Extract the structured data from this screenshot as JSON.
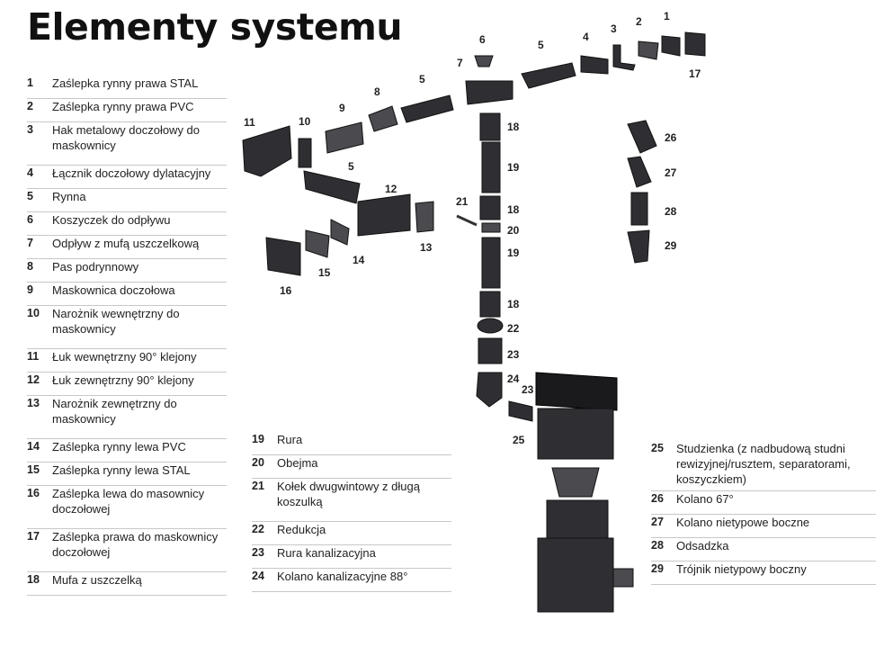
{
  "title": "Elementy systemu",
  "legend_left": [
    {
      "num": "1",
      "label": "Zaślepka rynny prawa STAL"
    },
    {
      "num": "2",
      "label": "Zaślepka rynny prawa PVC"
    },
    {
      "num": "3",
      "label": "Hak metalowy doczołowy do maskownicy"
    },
    {
      "num": "4",
      "label": "Łącznik doczołowy dylatacyjny"
    },
    {
      "num": "5",
      "label": "Rynna"
    },
    {
      "num": "6",
      "label": "Koszyczek do odpływu"
    },
    {
      "num": "7",
      "label": "Odpływ z mufą uszczelkową"
    },
    {
      "num": "8",
      "label": "Pas podrynnowy"
    },
    {
      "num": "9",
      "label": "Maskownica doczołowa"
    },
    {
      "num": "10",
      "label": "Narożnik wewnętrzny do maskownicy"
    },
    {
      "num": "11",
      "label": "Łuk wewnętrzny 90° klejony"
    },
    {
      "num": "12",
      "label": "Łuk zewnętrzny 90° klejony"
    },
    {
      "num": "13",
      "label": "Narożnik zewnętrzny do maskownicy"
    },
    {
      "num": "14",
      "label": "Zaślepka rynny lewa PVC"
    },
    {
      "num": "15",
      "label": "Zaślepka rynny lewa STAL"
    },
    {
      "num": "16",
      "label": "Zaślepka lewa do masownicy doczołowej"
    },
    {
      "num": "17",
      "label": "Zaślepka prawa do maskownicy doczołowej"
    },
    {
      "num": "18",
      "label": "Mufa z uszczelką"
    }
  ],
  "legend_middle": [
    {
      "num": "19",
      "label": "Rura"
    },
    {
      "num": "20",
      "label": "Obejma"
    },
    {
      "num": "21",
      "label": "Kołek dwugwintowy z długą koszulką"
    },
    {
      "num": "22",
      "label": "Redukcja"
    },
    {
      "num": "23",
      "label": "Rura kanalizacyjna"
    },
    {
      "num": "24",
      "label": "Kolano kanalizacyjne 88°"
    }
  ],
  "legend_right": [
    {
      "num": "25",
      "label": "Studzienka (z nadbudową studni rewizyjnej/rusztem, separatorami, koszyczkiem)"
    },
    {
      "num": "26",
      "label": "Kolano 67°"
    },
    {
      "num": "27",
      "label": "Kolano nietypowe boczne"
    },
    {
      "num": "28",
      "label": "Odsadzka"
    },
    {
      "num": "29",
      "label": "Trójnik nietypowy boczny"
    }
  ],
  "diagram_labels": [
    "1",
    "2",
    "3",
    "4",
    "5",
    "5",
    "5",
    "6",
    "7",
    "8",
    "9",
    "10",
    "11",
    "12",
    "13",
    "14",
    "15",
    "16",
    "17",
    "18",
    "18",
    "18",
    "19",
    "19",
    "20",
    "21",
    "22",
    "23",
    "23",
    "24",
    "25",
    "26",
    "27",
    "28",
    "29"
  ],
  "colors": {
    "part": "#2f2f33",
    "text": "#222222",
    "rule": "#c8c8c8"
  }
}
